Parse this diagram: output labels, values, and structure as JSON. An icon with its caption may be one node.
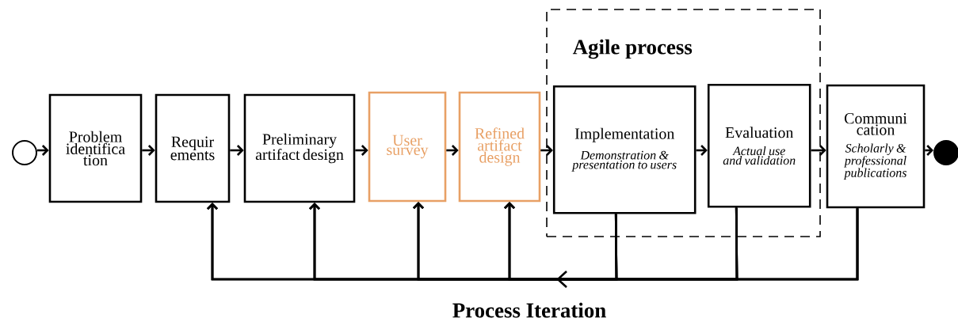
{
  "diagram": {
    "nodes": [
      {
        "text": [],
        "shape": "circle"
      },
      {
        "text": [
          "Problem identifica tion"
        ]
      },
      {
        "text": [
          "Requir ements"
        ]
      },
      {
        "text": [
          "Preliminary artifact design"
        ]
      },
      {
        "text": [
          "User survey"
        ]
      },
      {
        "text": [
          "Refined artifact design"
        ]
      },
      {
        "text": [
          "Agile process"
        ]
      },
      {
        "text": [
          "Implementation",
          "Demonstration & presentation to users"
        ],
        "in": 6
      },
      {
        "text": [
          "Evaluation",
          "Actual use and validation"
        ],
        "in": 6
      },
      {
        "text": [
          "Communi cation",
          "Scholarly & professional publications"
        ]
      },
      {
        "text": [],
        "shape": "circle"
      }
    ],
    "edges": [
      {
        "from": 0,
        "to": 1,
        "arrow": "to"
      },
      {
        "from": 1,
        "to": 2,
        "arrow": "to"
      },
      {
        "from": 2,
        "to": 3,
        "arrow": "to"
      },
      {
        "from": 3,
        "to": 4,
        "arrow": "to"
      },
      {
        "from": 4,
        "to": 5,
        "arrow": "to"
      },
      {
        "from": 5,
        "to": 7,
        "arrow": "to"
      },
      {
        "from": 7,
        "to": 8,
        "arrow": "to"
      },
      {
        "from": 8,
        "to": 9,
        "arrow": "to"
      },
      {
        "from": 9,
        "to": 10,
        "arrow": "to"
      },
      {
        "from": 9,
        "to": 2,
        "arrow": "to"
      },
      {
        "from": 9,
        "to": 3,
        "arrow": "to"
      },
      {
        "from": 9,
        "to": 4,
        "arrow": "to"
      },
      {
        "from": 9,
        "to": 5,
        "arrow": "to"
      },
      {
        "from": 8,
        "to": 2,
        "arrow": "to"
      },
      {
        "from": 8,
        "to": 3,
        "arrow": "to"
      },
      {
        "from": 8,
        "to": 4,
        "arrow": "to"
      },
      {
        "from": 8,
        "to": 5,
        "arrow": "to"
      },
      {
        "from": 7,
        "to": 2,
        "arrow": "to"
      },
      {
        "from": 7,
        "to": 3,
        "arrow": "to"
      },
      {
        "from": 7,
        "to": 4,
        "arrow": "to"
      },
      {
        "from": 7,
        "to": 5,
        "arrow": "to"
      }
    ],
    "labels": [
      "Process Iteration"
    ]
  }
}
